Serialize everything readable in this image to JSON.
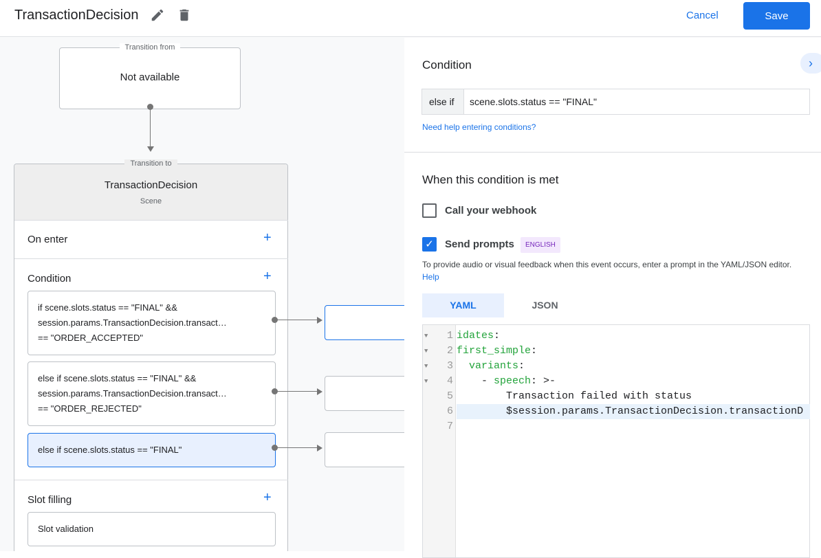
{
  "header": {
    "title": "TransactionDecision",
    "cancel_label": "Cancel",
    "save_label": "Save"
  },
  "canvas": {
    "transition_from": {
      "legend": "Transition from",
      "value": "Not available"
    },
    "transition_to": {
      "legend": "Transition to",
      "scene_name": "TransactionDecision",
      "scene_type": "Scene"
    },
    "on_enter": "On enter",
    "condition": "Condition",
    "conditions": [
      {
        "lines": [
          "if scene.slots.status == \"FINAL\" &&",
          "session.params.TransactionDecision.transact…",
          "== \"ORDER_ACCEPTED\""
        ]
      },
      {
        "lines": [
          "else if scene.slots.status == \"FINAL\" &&",
          "session.params.TransactionDecision.transact…",
          "== \"ORDER_REJECTED\""
        ]
      },
      {
        "lines": [
          "else if scene.slots.status == \"FINAL\""
        ]
      }
    ],
    "slot_filling": "Slot filling",
    "slot_validation": "Slot validation"
  },
  "panel": {
    "condition_title": "Condition",
    "condition_prefix": "else if",
    "condition_value": "scene.slots.status == \"FINAL\"",
    "help_link": "Need help entering conditions?",
    "met_title": "When this condition is met",
    "webhook_label": "Call your webhook",
    "webhook_checked": false,
    "prompts_label": "Send prompts",
    "prompts_checked": true,
    "language_badge": "ENGLISH",
    "description": "To provide audio or visual feedback when this event occurs, enter a prompt in the YAML/JSON editor.",
    "description_help": "Help",
    "tabs": [
      {
        "label": "YAML",
        "active": true
      },
      {
        "label": "JSON",
        "active": false
      }
    ],
    "code_lines": [
      {
        "n": "1",
        "key": "idates",
        "rest": ":"
      },
      {
        "n": "2",
        "key": "first_simple",
        "rest": ":"
      },
      {
        "n": "3",
        "indent": "  ",
        "key": "variants",
        "rest": ":"
      },
      {
        "n": "4",
        "indent": "    - ",
        "key": "speech",
        "rest": ": >-"
      },
      {
        "n": "5",
        "indent": "        ",
        "text": "Transaction failed with status"
      },
      {
        "n": "6",
        "indent": "        ",
        "text": "$session.params.TransactionDecision.transactionD"
      },
      {
        "n": "7"
      }
    ]
  },
  "colors": {
    "accent": "#1a73e8",
    "selected_bg": "#e8f0fe",
    "yaml_key": "#22a33a"
  }
}
